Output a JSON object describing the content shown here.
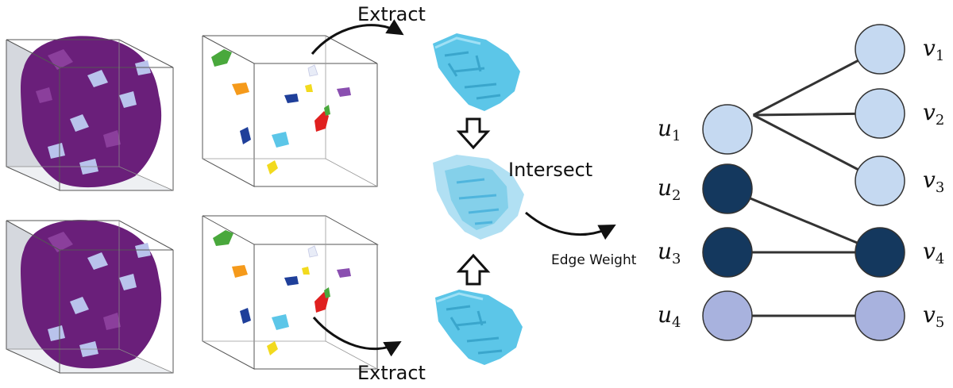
{
  "labels": {
    "extract_top": "Extract",
    "extract_bottom": "Extract",
    "intersect": "Intersect",
    "edge_weight": "Edge Weight"
  },
  "graph": {
    "left_nodes": [
      {
        "id": "u1",
        "base": "u",
        "sub": "1",
        "color": "#c5d9f1"
      },
      {
        "id": "u2",
        "base": "u",
        "sub": "2",
        "color": "#14385e"
      },
      {
        "id": "u3",
        "base": "u",
        "sub": "3",
        "color": "#14385e"
      },
      {
        "id": "u4",
        "base": "u",
        "sub": "4",
        "color": "#a8b2de"
      }
    ],
    "right_nodes": [
      {
        "id": "v1",
        "base": "v",
        "sub": "1",
        "color": "#c5d9f1"
      },
      {
        "id": "v2",
        "base": "v",
        "sub": "2",
        "color": "#c5d9f1"
      },
      {
        "id": "v3",
        "base": "v",
        "sub": "3",
        "color": "#c5d9f1"
      },
      {
        "id": "v4",
        "base": "v",
        "sub": "4",
        "color": "#14385e"
      },
      {
        "id": "v5",
        "base": "v",
        "sub": "5",
        "color": "#a8b2de"
      }
    ],
    "edges": [
      [
        "u1",
        "v1"
      ],
      [
        "u1",
        "v2"
      ],
      [
        "u1",
        "v3"
      ],
      [
        "u2",
        "v4"
      ],
      [
        "u3",
        "v4"
      ],
      [
        "u4",
        "v5"
      ]
    ]
  },
  "colors": {
    "grain_purple": "#6a1f7a",
    "grain_light": "#b9c3ec",
    "voxel_blue": "#5cc6e8",
    "grain_green": "#49a83c",
    "grain_orange": "#f59a1b",
    "grain_navy": "#1f3f9a",
    "grain_red": "#e0201f",
    "grain_yellow": "#f2da1e",
    "grain_violet": "#8a4fb0"
  }
}
